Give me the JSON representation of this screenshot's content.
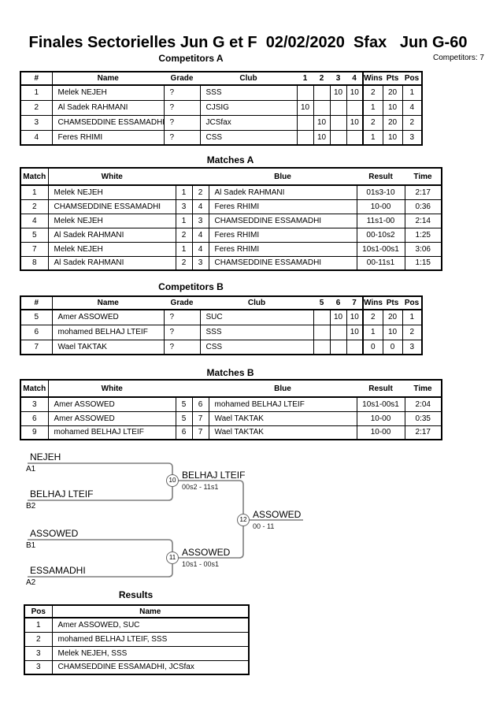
{
  "header": {
    "title": "Finales Sectorielles Jun G et F  02/02/2020  Sfax   Jun G-60",
    "competitors_count": "Competitors: 7"
  },
  "compA": {
    "title": "Competitors A",
    "cols": [
      "#",
      "Name",
      "Grade",
      "Club",
      "1",
      "2",
      "3",
      "4",
      "Wins",
      "Pts",
      "Pos"
    ],
    "rows": [
      [
        "1",
        "Melek NEJEH",
        "?",
        "SSS",
        "",
        "",
        "10",
        "10",
        "2",
        "20",
        "1"
      ],
      [
        "2",
        "Al Sadek RAHMANI",
        "?",
        "CJSIG",
        "10",
        "",
        "",
        "",
        "1",
        "10",
        "4"
      ],
      [
        "3",
        "CHAMSEDDINE ESSAMADHI",
        "?",
        "JCSfax",
        "",
        "10",
        "",
        "10",
        "2",
        "20",
        "2"
      ],
      [
        "4",
        "Feres RHIMI",
        "?",
        "CSS",
        "",
        "10",
        "",
        "",
        "1",
        "10",
        "3"
      ]
    ]
  },
  "matchesA": {
    "title": "Matches A",
    "cols": [
      "Match",
      "White",
      "",
      "",
      "Blue",
      "Result",
      "Time"
    ],
    "rows": [
      [
        "1",
        "Melek NEJEH",
        "1",
        "2",
        "Al Sadek RAHMANI",
        "01s3-10",
        "2:17"
      ],
      [
        "2",
        "CHAMSEDDINE ESSAMADHI",
        "3",
        "4",
        "Feres RHIMI",
        "10-00",
        "0:36"
      ],
      [
        "4",
        "Melek NEJEH",
        "1",
        "3",
        "CHAMSEDDINE ESSAMADHI",
        "11s1-00",
        "2:14"
      ],
      [
        "5",
        "Al Sadek RAHMANI",
        "2",
        "4",
        "Feres RHIMI",
        "00-10s2",
        "1:25"
      ],
      [
        "7",
        "Melek NEJEH",
        "1",
        "4",
        "Feres RHIMI",
        "10s1-00s1",
        "3:06"
      ],
      [
        "8",
        "Al Sadek RAHMANI",
        "2",
        "3",
        "CHAMSEDDINE ESSAMADHI",
        "00-11s1",
        "1:15"
      ]
    ]
  },
  "compB": {
    "title": "Competitors B",
    "cols": [
      "#",
      "Name",
      "Grade",
      "Club",
      "5",
      "6",
      "7",
      "Wins",
      "Pts",
      "Pos"
    ],
    "rows": [
      [
        "5",
        "Amer ASSOWED",
        "?",
        "SUC",
        "",
        "10",
        "10",
        "2",
        "20",
        "1"
      ],
      [
        "6",
        "mohamed BELHAJ LTEIF",
        "?",
        "SSS",
        "",
        "",
        "10",
        "1",
        "10",
        "2"
      ],
      [
        "7",
        "Wael TAKTAK",
        "?",
        "CSS",
        "",
        "",
        "",
        "0",
        "0",
        "3"
      ]
    ]
  },
  "matchesB": {
    "title": "Matches B",
    "cols": [
      "Match",
      "White",
      "",
      "",
      "Blue",
      "Result",
      "Time"
    ],
    "rows": [
      [
        "3",
        "Amer ASSOWED",
        "5",
        "6",
        "mohamed BELHAJ LTEIF",
        "10s1-00s1",
        "2:04"
      ],
      [
        "6",
        "Amer ASSOWED",
        "5",
        "7",
        "Wael TAKTAK",
        "10-00",
        "0:35"
      ],
      [
        "9",
        "mohamed BELHAJ LTEIF",
        "6",
        "7",
        "Wael TAKTAK",
        "10-00",
        "2:17"
      ]
    ]
  },
  "bracket": {
    "line_color": "#7f7f7f",
    "e1": {
      "name": "NEJEH",
      "seed": "A1"
    },
    "e2": {
      "name": "BELHAJ LTEIF",
      "seed": "B2"
    },
    "e3": {
      "name": "ASSOWED",
      "seed": "B1"
    },
    "e4": {
      "name": "ESSAMADHI",
      "seed": "A2"
    },
    "m10": {
      "num": "10",
      "winner": "BELHAJ LTEIF",
      "score": "00s2 - 11s1"
    },
    "m11": {
      "num": "11",
      "winner": "ASSOWED",
      "score": "10s1 - 00s1"
    },
    "m12": {
      "num": "12",
      "winner": "ASSOWED",
      "score": "00 - 11"
    }
  },
  "results": {
    "title": "Results",
    "cols": [
      "Pos",
      "Name"
    ],
    "rows": [
      [
        "1",
        "Amer ASSOWED, SUC"
      ],
      [
        "2",
        "mohamed BELHAJ LTEIF, SSS"
      ],
      [
        "3",
        "Melek NEJEH, SSS"
      ],
      [
        "3",
        "CHAMSEDDINE ESSAMADHI, JCSfax"
      ]
    ]
  }
}
